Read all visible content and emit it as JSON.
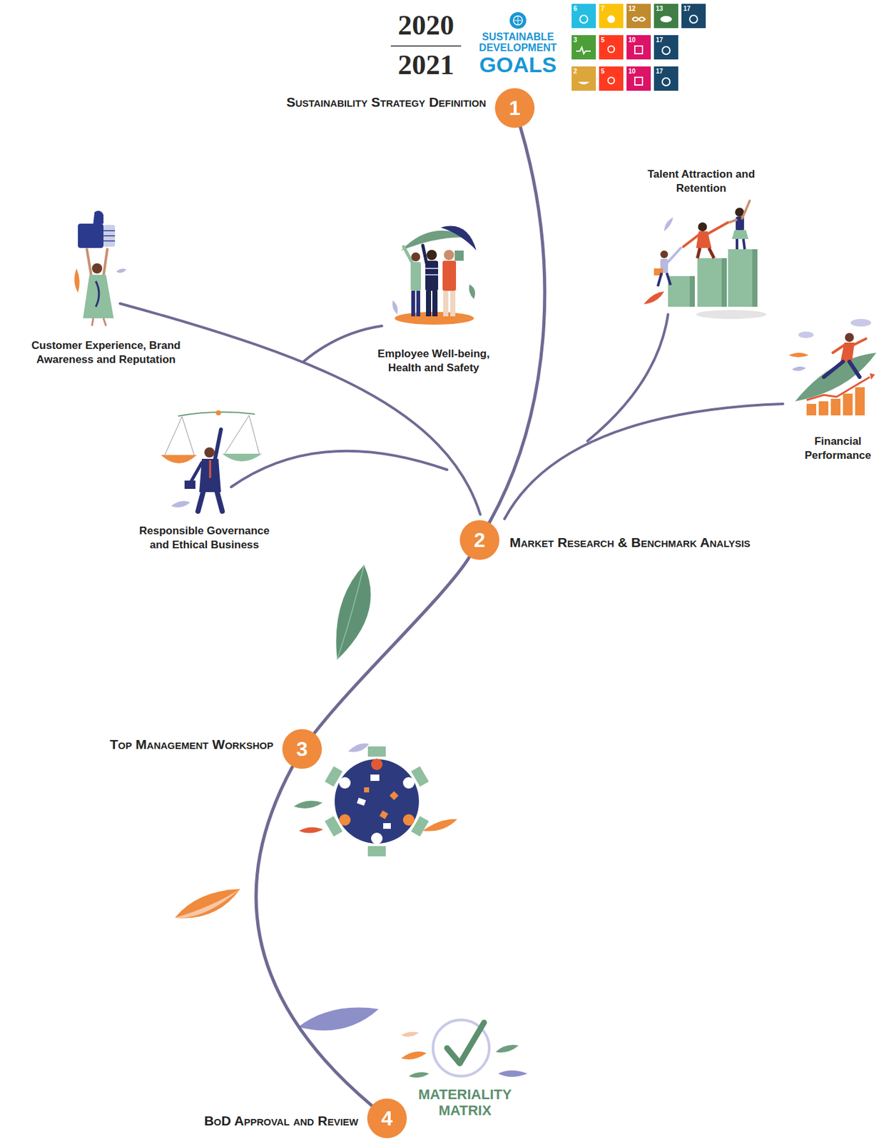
{
  "diagram": {
    "nodes": [
      {
        "text": [
          "1",
          "Sustainability Strategy Definition"
        ]
      },
      {
        "text": [
          "2",
          "Market Research & Benchmark Analysis"
        ]
      },
      {
        "text": [
          "3",
          "Top Management Workshop"
        ]
      },
      {
        "text": [
          "4",
          "BoD Approval and Review"
        ]
      }
    ],
    "edges": [
      {
        "from": 0,
        "to": 1,
        "arrow": "none"
      },
      {
        "from": 1,
        "to": 2,
        "arrow": "none"
      },
      {
        "from": 2,
        "to": 3,
        "arrow": "none"
      }
    ],
    "labels": [
      "2020",
      "2021",
      "SUSTAINABLE",
      "DEVELOPMENT",
      "GOALS",
      "6",
      "7",
      "12",
      "13",
      "17",
      "3",
      "5",
      "10",
      "17",
      "2",
      "5",
      "10",
      "17",
      "Talent Attraction and Retention",
      "Customer Experience, Brand Awareness and Reputation",
      "Employee Well-being, Health and Safety",
      "Financial Performance",
      "Responsible Governance and Ethical Business",
      "MATERIALITY MATRIX"
    ]
  }
}
